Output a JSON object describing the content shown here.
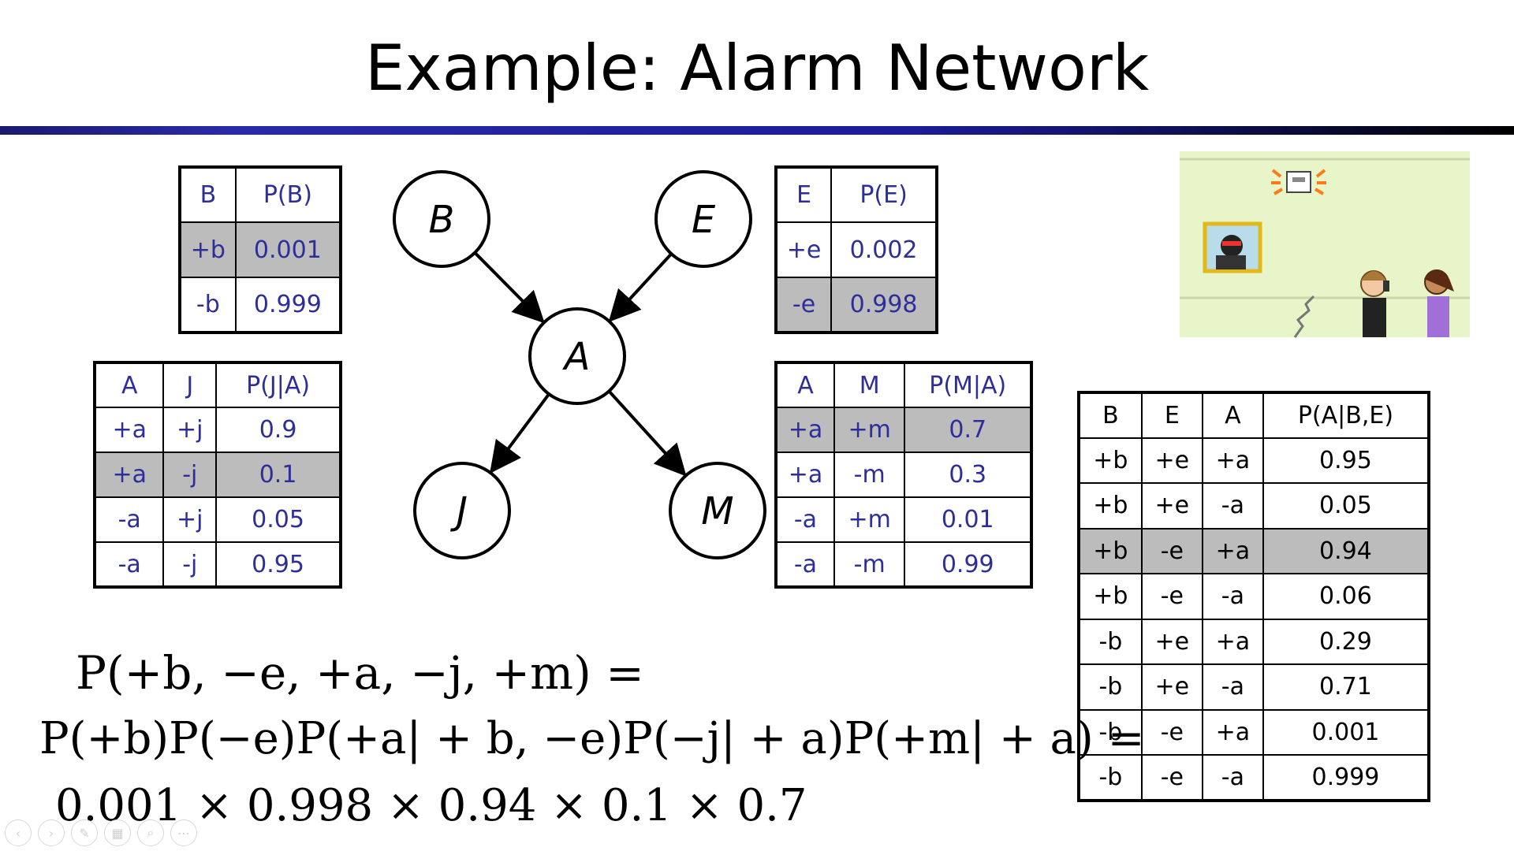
{
  "slide": {
    "title": "Example: Alarm Network"
  },
  "network": {
    "nodes": [
      {
        "id": "B",
        "label": "B"
      },
      {
        "id": "E",
        "label": "E"
      },
      {
        "id": "A",
        "label": "A"
      },
      {
        "id": "J",
        "label": "J"
      },
      {
        "id": "M",
        "label": "M"
      }
    ],
    "edges": [
      [
        "B",
        "A"
      ],
      [
        "E",
        "A"
      ],
      [
        "A",
        "J"
      ],
      [
        "A",
        "M"
      ]
    ]
  },
  "tables": {
    "pb": {
      "headers": [
        "B",
        "P(B)"
      ],
      "rows": [
        [
          "+b",
          "0.001"
        ],
        [
          "-b",
          "0.999"
        ]
      ],
      "highlight_row": 0
    },
    "pe": {
      "headers": [
        "E",
        "P(E)"
      ],
      "rows": [
        [
          "+e",
          "0.002"
        ],
        [
          "-e",
          "0.998"
        ]
      ],
      "highlight_row": 1
    },
    "pj": {
      "headers": [
        "A",
        "J",
        "P(J|A)"
      ],
      "rows": [
        [
          "+a",
          "+j",
          "0.9"
        ],
        [
          "+a",
          "-j",
          "0.1"
        ],
        [
          "-a",
          "+j",
          "0.05"
        ],
        [
          "-a",
          "-j",
          "0.95"
        ]
      ],
      "highlight_row": 1
    },
    "pm": {
      "headers": [
        "A",
        "M",
        "P(M|A)"
      ],
      "rows": [
        [
          "+a",
          "+m",
          "0.7"
        ],
        [
          "+a",
          "-m",
          "0.3"
        ],
        [
          "-a",
          "+m",
          "0.01"
        ],
        [
          "-a",
          "-m",
          "0.99"
        ]
      ],
      "highlight_row": 0
    },
    "pa": {
      "headers": [
        "B",
        "E",
        "A",
        "P(A|B,E)"
      ],
      "rows": [
        [
          "+b",
          "+e",
          "+a",
          "0.95"
        ],
        [
          "+b",
          "+e",
          "-a",
          "0.05"
        ],
        [
          "+b",
          "-e",
          "+a",
          "0.94"
        ],
        [
          "+b",
          "-e",
          "-a",
          "0.06"
        ],
        [
          "-b",
          "+e",
          "+a",
          "0.29"
        ],
        [
          "-b",
          "+e",
          "-a",
          "0.71"
        ],
        [
          "-b",
          "-e",
          "+a",
          "0.001"
        ],
        [
          "-b",
          "-e",
          "-a",
          "0.999"
        ]
      ],
      "highlight_row": 2
    }
  },
  "formula": {
    "line1": "P(+b, −e, +a, −j, +m) =",
    "line2": "P(+b)P(−e)P(+a| + b, −e)P(−j| + a)P(+m| + a) =",
    "line3": "0.001 × 0.998 × 0.94 × 0.1 × 0.7"
  },
  "colors": {
    "table_text": "#2e2e9a",
    "highlight": "#bcbcbc",
    "rule": "#1c1c9a",
    "wall": "#e8f5c8"
  },
  "toolbar": {
    "icons": [
      "prev-icon",
      "next-icon",
      "pen-icon",
      "slides-icon",
      "zoom-icon",
      "more-icon"
    ]
  }
}
